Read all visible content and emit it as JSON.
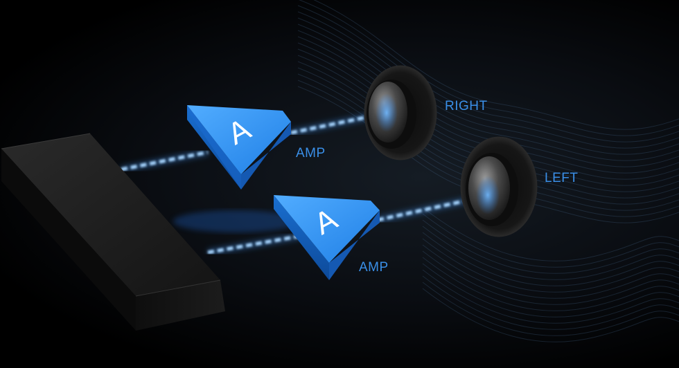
{
  "labels": {
    "right_speaker": "RIGHT",
    "left_speaker": "LEFT",
    "amp_top": "AMP",
    "amp_bottom": "AMP"
  },
  "amp_glyph": "A",
  "colors": {
    "accent": "#2f8ff0",
    "label": "#3a8fe8",
    "beam": "#8fc8ff",
    "device": "#131313"
  },
  "icons": {
    "source": "source-device",
    "amplifier": "amplifier-triangle",
    "speaker": "speaker-cone"
  }
}
